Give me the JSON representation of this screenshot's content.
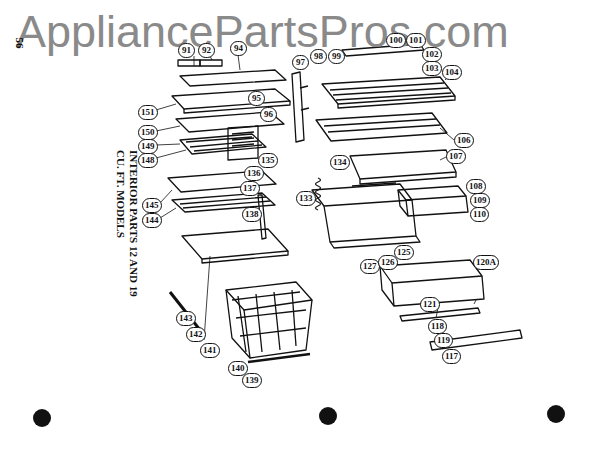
{
  "diagram": {
    "title": "INTERIOR PARTS 12 AND 19 CU. FT. MODELS",
    "labels": [
      "AppliancePartsPros.com",
      "56",
      "91",
      "92",
      "94",
      "97",
      "98",
      "99",
      "100",
      "101",
      "102",
      "103",
      "104",
      "151",
      "95",
      "96",
      "150",
      "149",
      "148",
      "135",
      "136",
      "137",
      "134",
      "133",
      "145",
      "144",
      "106",
      "107",
      "108",
      "109",
      "110",
      "138",
      "127",
      "126",
      "125",
      "120A",
      "143",
      "142",
      "141",
      "140",
      "139",
      "121",
      "118",
      "119",
      "117"
    ]
  }
}
